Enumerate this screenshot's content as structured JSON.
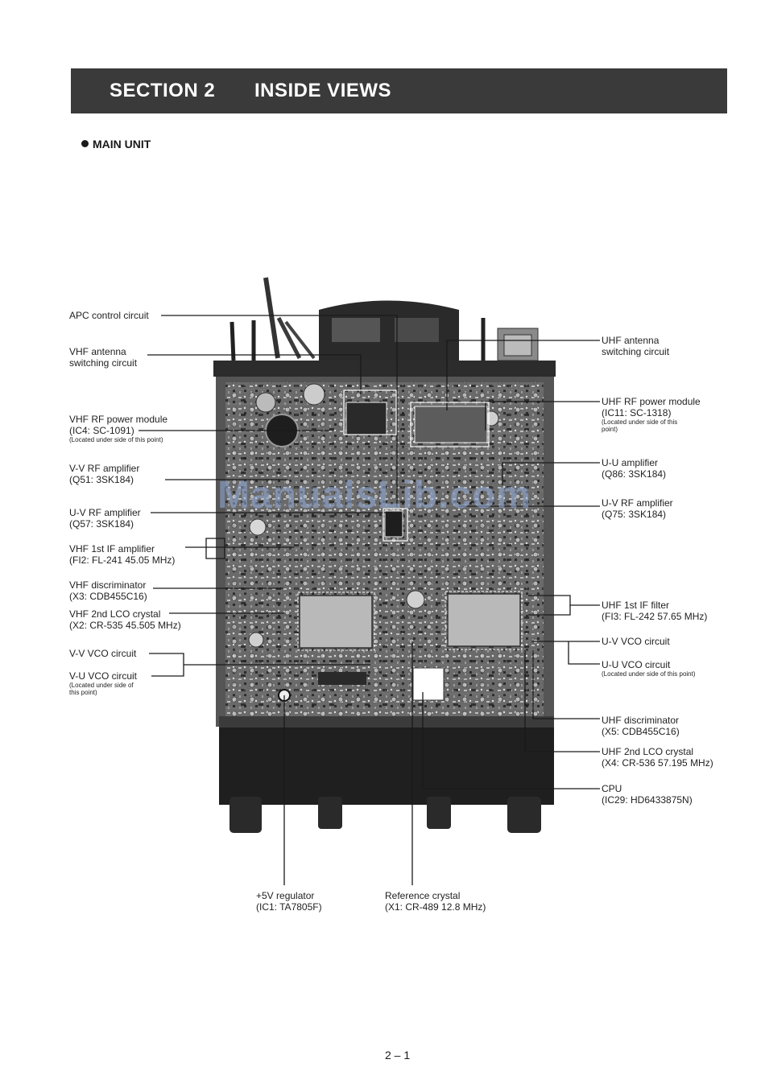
{
  "header": {
    "section": "SECTION 2",
    "title": "INSIDE VIEWS"
  },
  "subsection": "MAIN UNIT",
  "watermark": "ManualsLib.com",
  "page_number": "2 – 1",
  "callouts": {
    "apc": {
      "l1": "APC control circuit"
    },
    "vhf_ant": {
      "l1": "VHF antenna",
      "l2": "switching circuit"
    },
    "vhf_rf_pm": {
      "l1": "VHF RF power module",
      "l2": "(IC4: SC-1091)",
      "note": "(Located under side of this point)"
    },
    "vv_rf": {
      "l1": "V-V RF amplifier",
      "l2": "(Q51: 3SK184)"
    },
    "uv_rf_l": {
      "l1": "U-V RF amplifier",
      "l2": "(Q57: 3SK184)"
    },
    "vhf_if": {
      "l1": "VHF 1st IF amplifier",
      "l2": "(FI2: FL-241  45.05 MHz)"
    },
    "vhf_disc": {
      "l1": "VHF discriminator",
      "l2": "(X3: CDB455C16)"
    },
    "vhf_lo": {
      "l1": "VHF 2nd LCO crystal",
      "l2": "(X2: CR-535  45.505 MHz)"
    },
    "vv_vco": {
      "l1": "V-V VCO circuit"
    },
    "vu_vco": {
      "l1": "V-U VCO circuit",
      "note1": "(Located under side of",
      "note2": "this point)"
    },
    "uhf_ant": {
      "l1": "UHF antenna",
      "l2": "switching circuit"
    },
    "uhf_rf_pm": {
      "l1": "UHF RF power module",
      "l2": "(IC11: SC-1318)",
      "note1": "(Located under side of this",
      "note2": "point)"
    },
    "uu_amp": {
      "l1": "U-U amplifier",
      "l2": "(Q86: 3SK184)"
    },
    "uv_rf_r": {
      "l1": "U-V RF amplifier",
      "l2": "(Q75: 3SK184)"
    },
    "uhf_if": {
      "l1": "UHF 1st IF filter",
      "l2": "(FI3: FL-242  57.65 MHz)"
    },
    "uv_vco": {
      "l1": "U-V VCO circuit"
    },
    "uu_vco": {
      "l1": "U-U VCO circuit",
      "note": "(Located under side of this point)"
    },
    "uhf_disc": {
      "l1": "UHF discriminator",
      "l2": "(X5: CDB455C16)"
    },
    "uhf_lo": {
      "l1": "UHF 2nd LCO crystal",
      "l2": "(X4: CR-536  57.195 MHz)"
    },
    "cpu": {
      "l1": "CPU",
      "l2": "(IC29: HD6433875N)"
    },
    "reg": {
      "l1": "+5V regulator",
      "l2": "(IC1: TA7805F)"
    },
    "ref": {
      "l1": "Reference crystal",
      "l2": "(X1: CR-489  12.8 MHz)"
    }
  }
}
